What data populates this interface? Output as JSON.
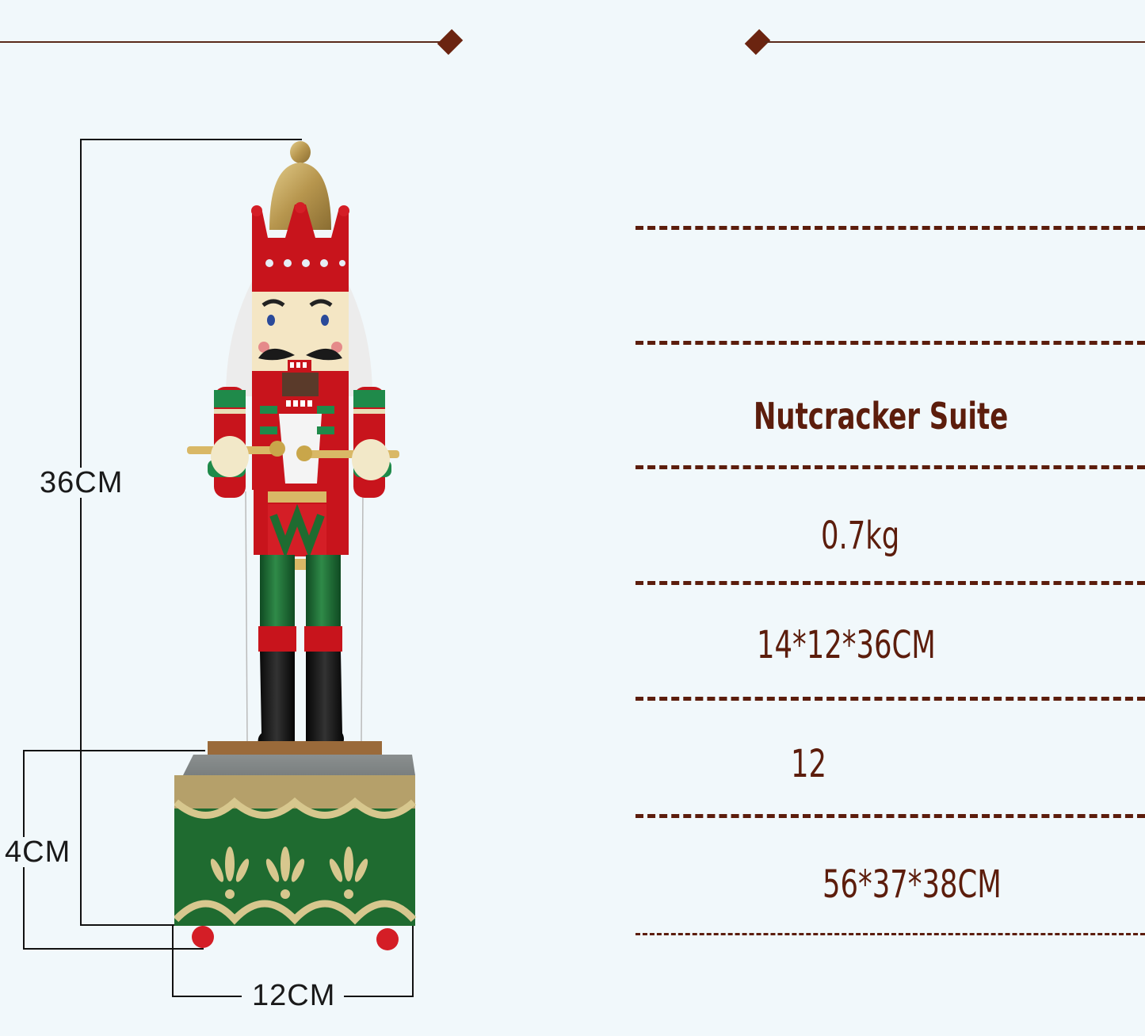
{
  "header": {
    "left_rule": "decorative-rule",
    "right_rule": "decorative-rule",
    "ornament_icon": "diamond-icon"
  },
  "product": {
    "illustration": "nutcracker-music-box",
    "dimensions": {
      "height_label": "36CM",
      "base_height_label": "4CM",
      "width_label": "12CM"
    }
  },
  "specs": {
    "rows": [
      {
        "value": ""
      },
      {
        "value": "Nutcracker Suite"
      },
      {
        "value": "0.7kg"
      },
      {
        "value": "14*12*36CM"
      },
      {
        "value": "12"
      },
      {
        "value": "56*37*38CM"
      }
    ]
  },
  "colors": {
    "background": "#f1f8fb",
    "accent_brown": "#5c1d0c",
    "diamond": "#6b2410",
    "dimension_line": "#111111",
    "nutcracker_red": "#c8141c",
    "nutcracker_green": "#1f6b30",
    "gold": "#c9a85a"
  }
}
